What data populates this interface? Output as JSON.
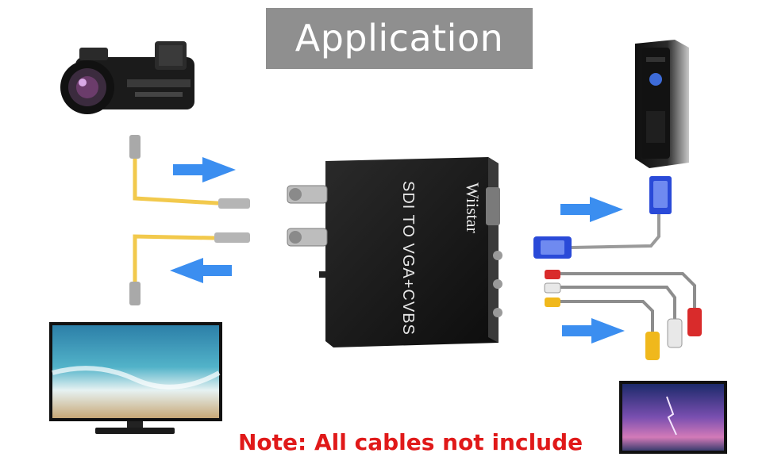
{
  "banner": {
    "title": "Application"
  },
  "device": {
    "label": "SDI TO VGA+CVBS",
    "brand": "Wiistar"
  },
  "note": {
    "text": "Note: All cables not include"
  },
  "icons": {
    "camcorder": "camcorder-icon",
    "tv_monitor": "tv-monitor-icon",
    "pc_tower": "pc-tower-icon",
    "small_monitor": "lcd-monitor-icon",
    "converter": "converter-box",
    "arrow": "arrow-icon"
  },
  "colors": {
    "banner_bg": "#8f8f8f",
    "note": "#e01919",
    "arrow": "#3b8ef0",
    "sdi_cable": "#f2c94c",
    "vga_connector": "#2a4ad8"
  }
}
